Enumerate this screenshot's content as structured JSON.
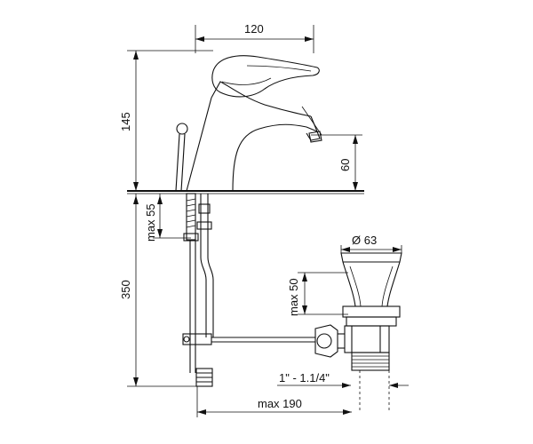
{
  "dimensions": {
    "spout_reach": "120",
    "tap_height": "145",
    "spout_height": "60",
    "tail_length_max": "max 55",
    "waste_depth": "350",
    "waste_diameter": "Ø 63",
    "pop_up_travel_max": "max 50",
    "waste_thread": "1\" - 1.1/4\"",
    "rod_length_max": "max 190"
  }
}
